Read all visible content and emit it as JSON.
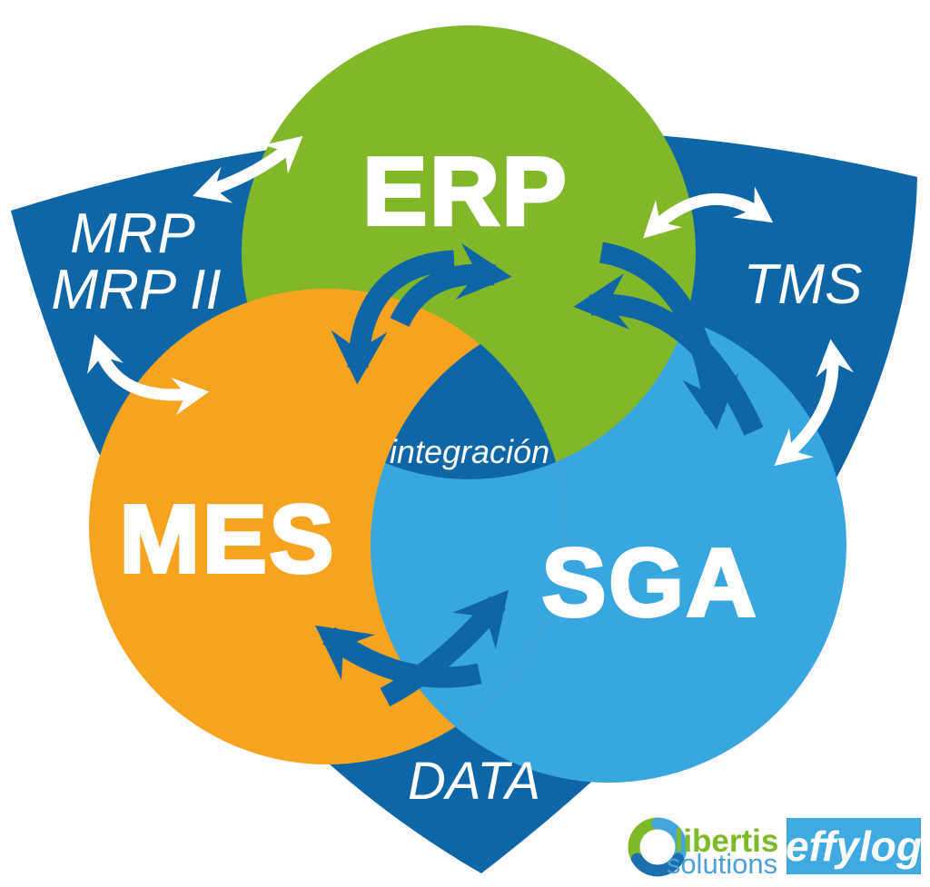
{
  "colors": {
    "dark_blue": "#0F66A6",
    "green": "#82B729",
    "orange": "#F6A41F",
    "light_blue": "#38A6DF",
    "white": "#FFFFFF"
  },
  "diagram": {
    "systems": [
      {
        "id": "erp",
        "label": "ERP"
      },
      {
        "id": "mes",
        "label": "MES"
      },
      {
        "id": "sga",
        "label": "SGA"
      }
    ],
    "center_label": "integración",
    "outer_labels": {
      "mrp_line1": "MRP",
      "mrp_line2": "MRP II",
      "tms": "TMS",
      "data": "DATA"
    }
  },
  "branding": {
    "libertis": {
      "name": "libertis",
      "suffix": "solutions",
      "name_color": "#7DB928",
      "suffix_color": "#4BA0D4",
      "mark_green": "#7DB928",
      "mark_blue": "#45A5DB",
      "mark_dark": "#1B6FAE"
    },
    "effylog": {
      "name": "effylog",
      "bg_color": "#3FA9E1",
      "text_color": "#FFFFFF"
    }
  }
}
